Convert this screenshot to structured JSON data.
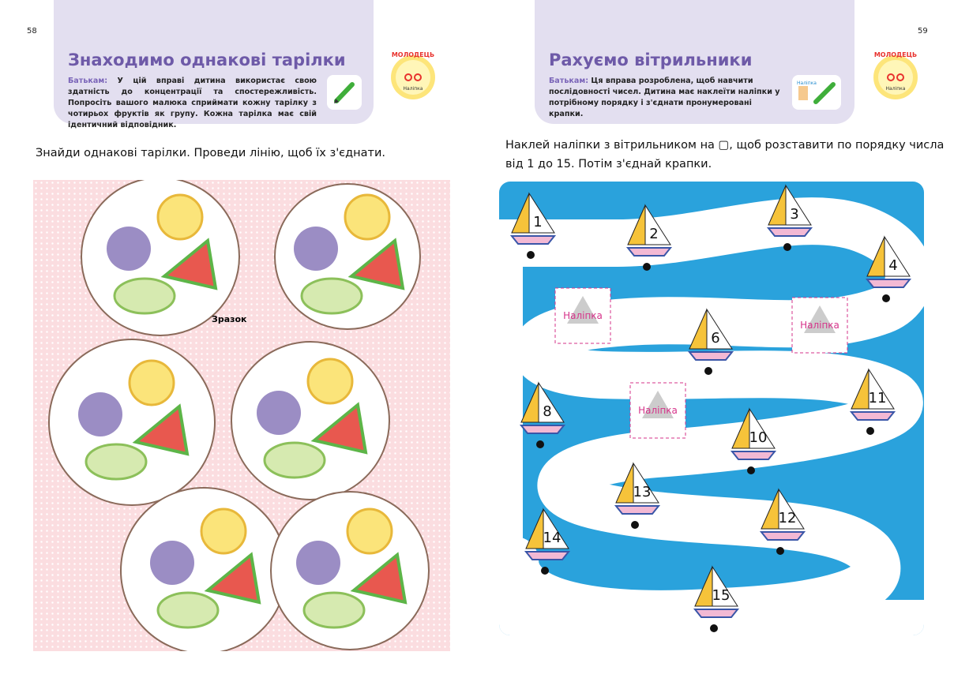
{
  "left_page": {
    "page_number": "58",
    "title": "Знаходимо однакові тарілки",
    "parents_label": "Батькам:",
    "parents_text": "У цій вправі дитина використає свою здатність до концентрації та спостережливість. Попросіть вашого малюка сприймати кожну тарілку з чотирьох фруктів як групу. Кожна тарілка має свій ідентичний відповідник.",
    "badge_top": "МОЛОДЕЦЬ",
    "badge_bottom": "Наліпка",
    "instruction": "Знайди однакові тарілки. Проведи лінію, щоб їх з'єднати.",
    "sample_label": "Зразок"
  },
  "right_page": {
    "page_number": "59",
    "title": "Рахуємо вітрильники",
    "parents_label": "Батькам:",
    "parents_text": "Ця вправа розроблена, щоб навчити послідовності чисел. Дитина має наклеїти наліпки у потрібному порядку і з'єднати пронумеровані крапки.",
    "tool_sticker_label": "Наліпка",
    "badge_top": "МОЛОДЕЦЬ",
    "badge_bottom": "Наліпка",
    "instruction_line1": "Наклей наліпки з вітрильником на ▢, щоб розставити по порядку числа",
    "instruction_line2": "від 1 до 15. Потім з'єднай крапки.",
    "boats": [
      "1",
      "2",
      "3",
      "4",
      "6",
      "8",
      "10",
      "11",
      "12",
      "13",
      "14",
      "15"
    ],
    "sticker_label": "Наліпка"
  },
  "colors": {
    "header_bg": "#e3dff0",
    "title": "#6e5aa8",
    "sea": "#2aa2dc",
    "sticker": "#d6338a"
  }
}
